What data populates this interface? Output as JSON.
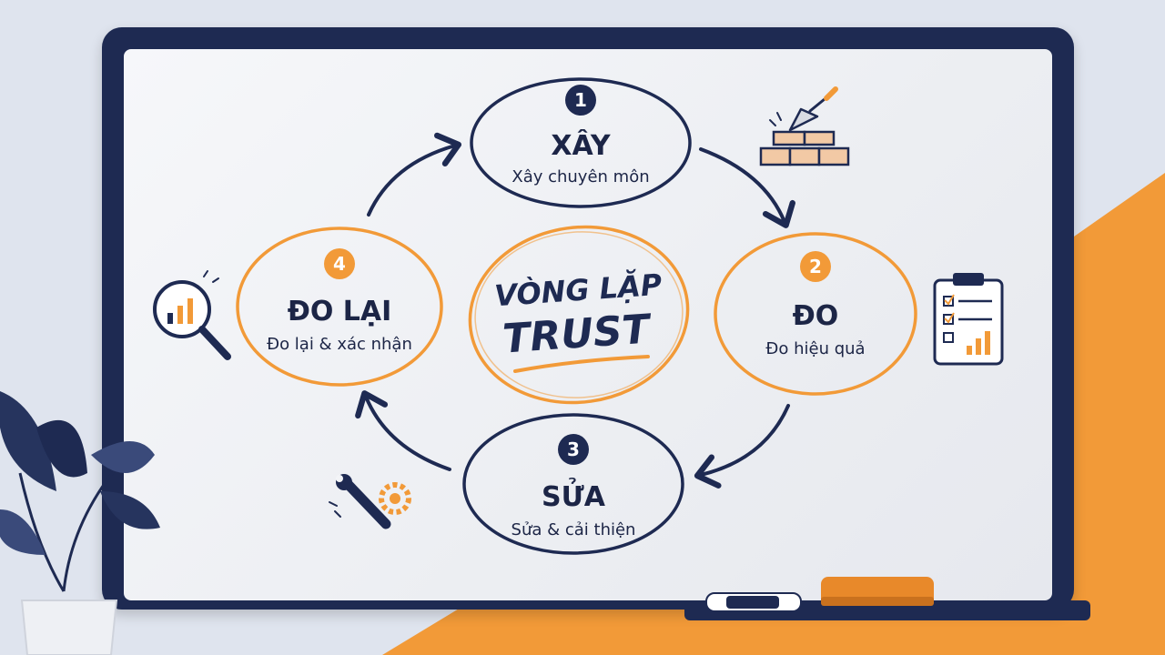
{
  "center": {
    "line1": "VÒNG LẶP",
    "line2": "TRUST"
  },
  "steps": [
    {
      "number": "1",
      "title": "XÂY",
      "subtitle": "Xây chuyên môn"
    },
    {
      "number": "2",
      "title": "ĐO",
      "subtitle": "Đo hiệu quả"
    },
    {
      "number": "3",
      "title": "SỬA",
      "subtitle": "Sửa & cải thiện"
    },
    {
      "number": "4",
      "title": "ĐO LẠI",
      "subtitle": "Đo lại & xác nhận"
    }
  ],
  "icons": {
    "step1": "bricks-trowel-icon",
    "step2": "clipboard-checklist-icon",
    "step3": "wrench-gear-icon",
    "step4": "magnifier-chart-icon"
  },
  "colors": {
    "navy": "#1e2a52",
    "orange": "#f29a38",
    "board": "#f3f4f7"
  }
}
